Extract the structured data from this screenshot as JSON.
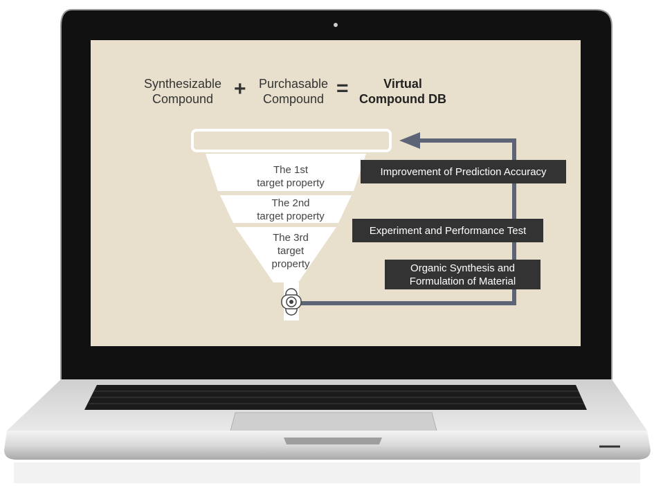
{
  "equation": {
    "term1": "Synthesizable\nCompound",
    "plus": "+",
    "term2": "Purchasable\nCompound",
    "equals": "=",
    "result": "Virtual\nCompound DB"
  },
  "funnel": {
    "stage1": "The 1st\ntarget property",
    "stage2": "The 2nd\ntarget property",
    "stage3": "The 3rd\ntarget\nproperty"
  },
  "steps": {
    "step1": "Improvement of Prediction Accuracy",
    "step2": "Experiment and Performance Test",
    "step3": "Organic Synthesis and\nFormulation of Material"
  },
  "colors": {
    "screen_bg": "#e8e0cc",
    "arrow": "#5c6475",
    "box": "#333333"
  }
}
